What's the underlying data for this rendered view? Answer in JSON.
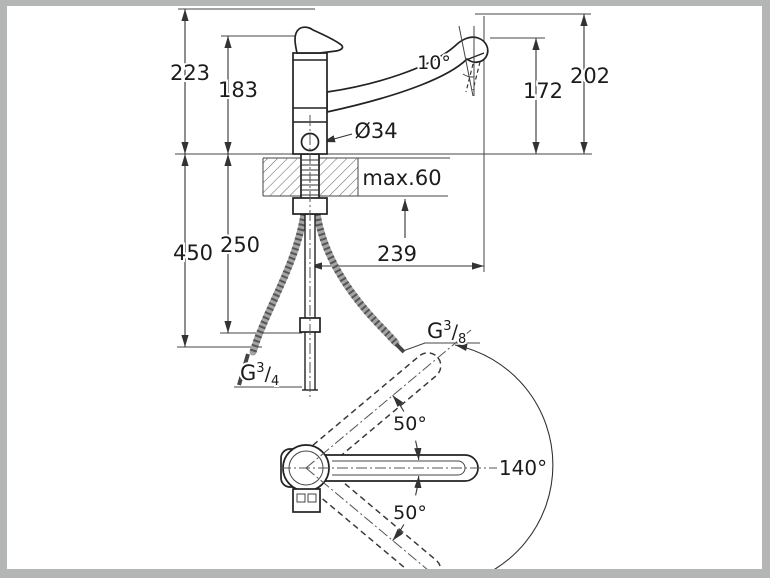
{
  "drawing": {
    "title": "faucet-dimension-drawing",
    "front": {
      "dims": {
        "d223": "223",
        "d183": "183",
        "a10": "10°",
        "d172": "172",
        "d202": "202",
        "dia34": "Ø34",
        "max60": "max.60",
        "d450": "450",
        "d250": "250",
        "d239": "239"
      },
      "threadLeft": {
        "g": "G",
        "num": "3",
        "slash": "/",
        "den": "4"
      },
      "threadRight": {
        "g": "G",
        "num": "3",
        "slash": "/",
        "den": "8"
      }
    },
    "top": {
      "upper": "50°",
      "total": "140°",
      "lower": "50°"
    }
  },
  "colors": {
    "frame": "#b3b6b5",
    "ink": "#222222",
    "background": "#ffffff"
  }
}
